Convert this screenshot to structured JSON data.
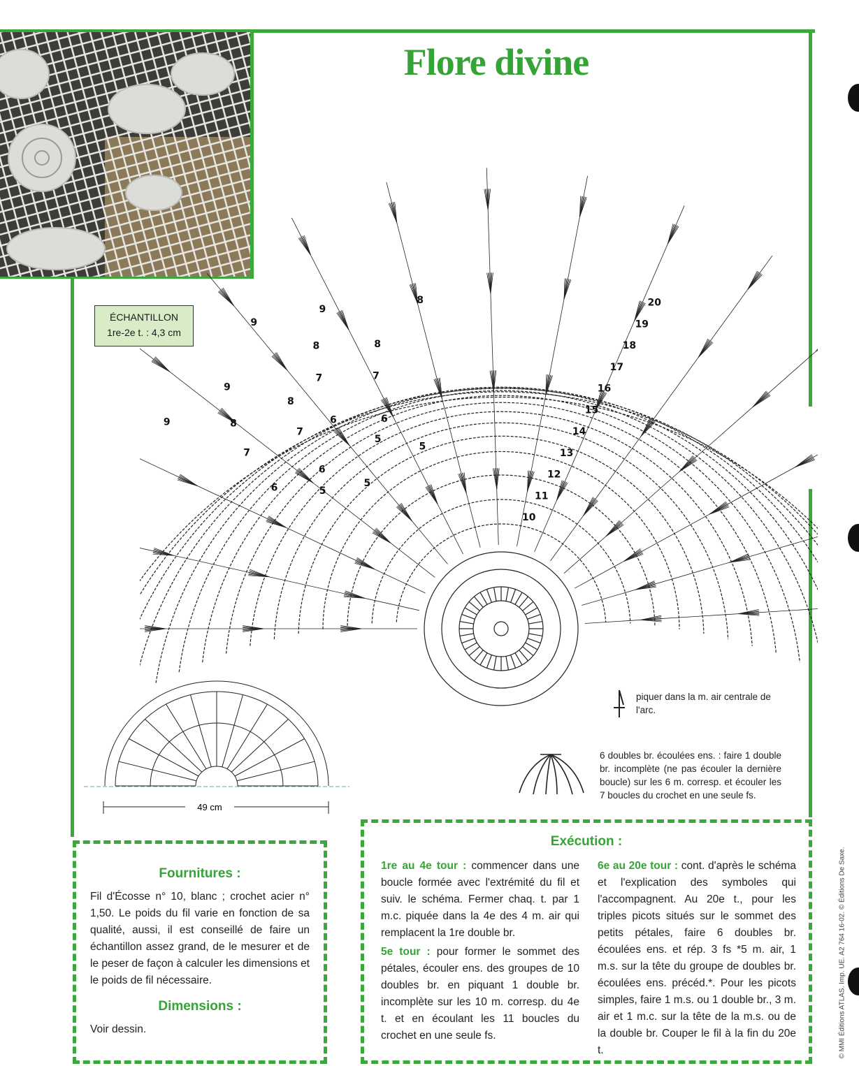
{
  "title": "Flore divine",
  "sample": {
    "heading": "ÉCHANTILLON",
    "value": "1re-2e t. : 4,3 cm"
  },
  "chart_row_labels": [
    "5",
    "5",
    "5",
    "5",
    "6",
    "6",
    "6",
    "6",
    "7",
    "7",
    "7",
    "7",
    "8",
    "8",
    "8",
    "8",
    "8",
    "9",
    "9",
    "9",
    "9",
    "10",
    "11",
    "12",
    "13",
    "14",
    "15",
    "16",
    "17",
    "18",
    "19",
    "20"
  ],
  "mini_diagram": {
    "dimension": "49 cm"
  },
  "legend": [
    {
      "icon": "insert-stitch-symbol-icon",
      "text": "piquer dans la m. air centrale de l'arc."
    },
    {
      "icon": "cluster-stitch-symbol-icon",
      "text": "6 doubles br. écoulées ens. : faire 1 double br. incomplète (ne pas écouler la dernière boucle) sur les 6 m. corresp. et écouler les 7 boucles du crochet en une seule fs."
    }
  ],
  "supplies": {
    "heading": "Fournitures :",
    "text": "Fil d'Écosse n° 10, blanc ; crochet acier n° 1,50. Le poids du fil varie en fonction de sa qualité, aussi, il est conseillé de faire un échantillon assez grand, de le mesurer et de le peser de façon à calculer les dimensions et le poids de fil nécessaire.",
    "dimensions_heading": "Dimensions :",
    "dimensions_text": "Voir dessin."
  },
  "execution": {
    "heading": "Exécution :",
    "steps": [
      {
        "label": "1re au 4e tour :",
        "text": " commencer dans une boucle formée avec l'extrémité du fil et suiv. le schéma. Fermer chaq. t. par 1 m.c. piquée dans la 4e des 4 m. air qui remplacent la 1re double br."
      },
      {
        "label": "5e tour :",
        "text": " pour former le sommet des pétales, écouler ens. des groupes de 10 doubles br. en piquant 1 double br. incomplète sur les 10 m. corresp. du 4e t. et en écoulant les 11 boucles du crochet en une seule fs."
      },
      {
        "label": "6e au 20e tour :",
        "text": " cont. d'après le schéma et l'explication des symboles qui l'accompagnent. Au 20e t., pour les triples picots situés sur le sommet des petits pétales, faire 6 doubles br. écoulées ens. et rép. 3 fs *5 m. air, 1 m.s. sur la tête du groupe de doubles br. écoulées ens. précéd.*. Pour les picots simples, faire 1 m.s. ou 1 double br., 3 m. air et 1 m.c. sur la tête de la m.s. ou de la double br. Couper le fil à la fin du 20e t."
      }
    ]
  },
  "copyright": "© MMI Éditions ATLAS. Imp. UE. A2 764 16-02. © Éditions De Saxe.",
  "colors": {
    "accent": "#3aa83a"
  }
}
